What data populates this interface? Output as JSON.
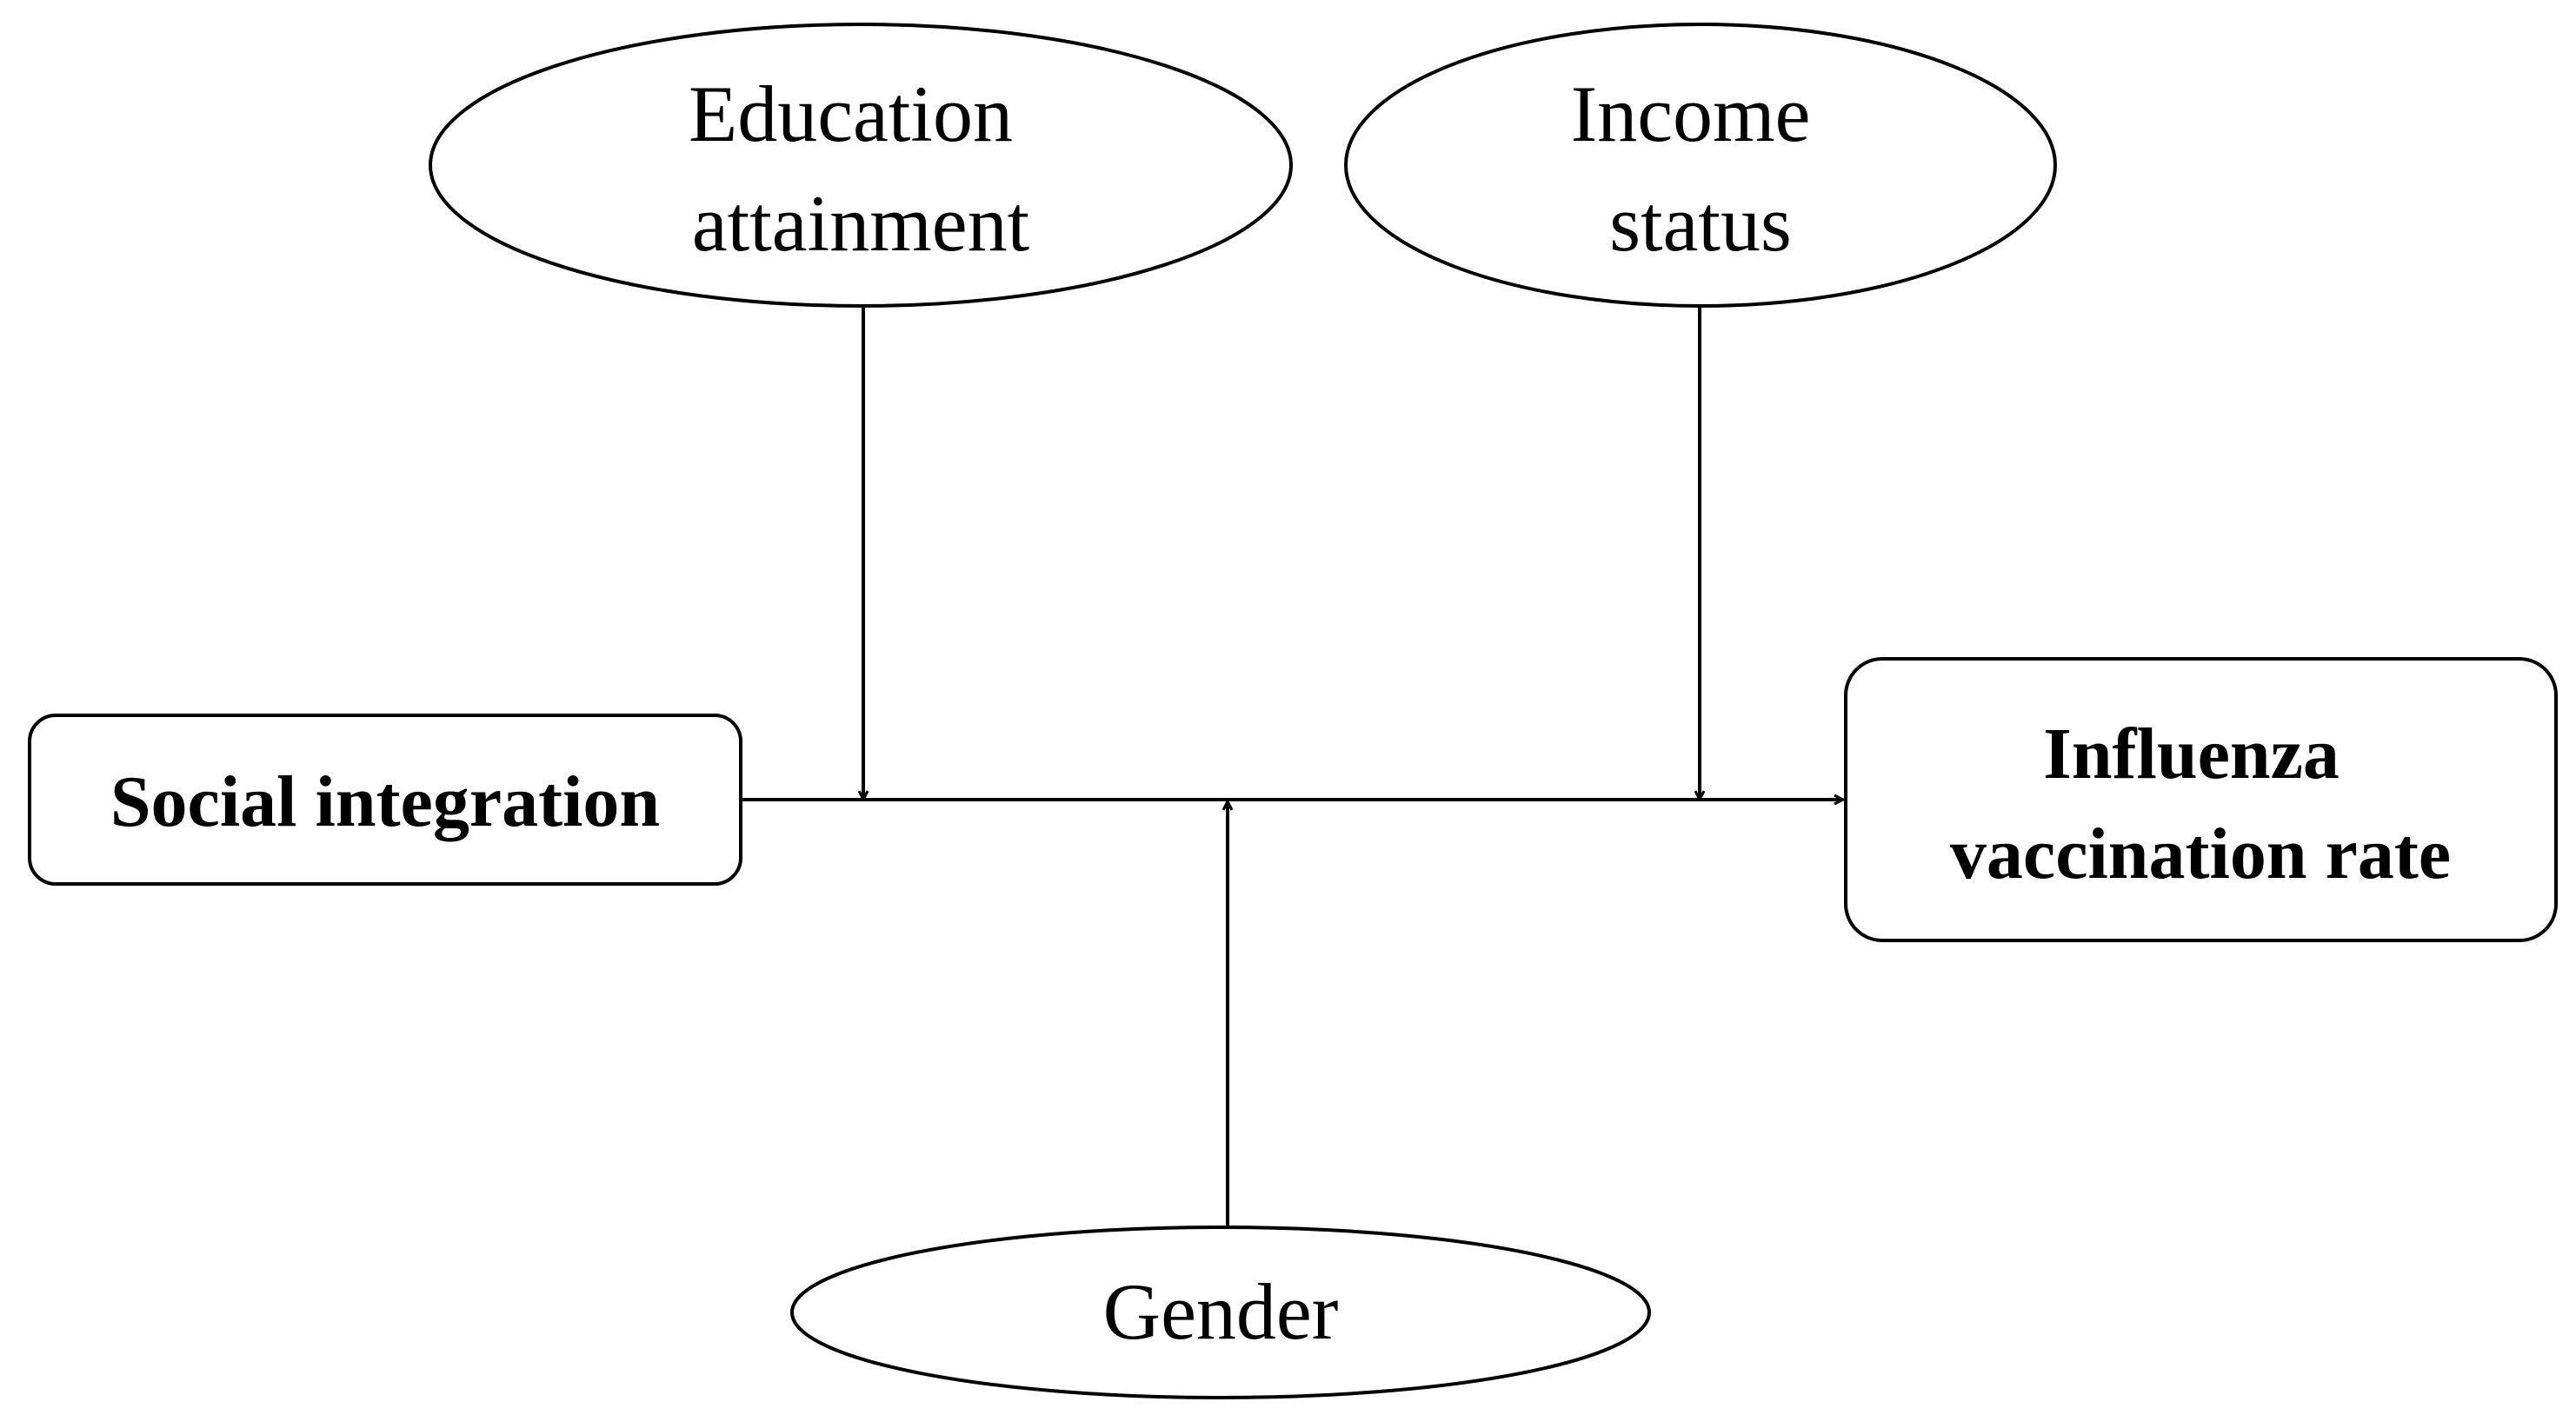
{
  "colors": {
    "stroke": "#000000",
    "background": "#ffffff",
    "text": "#000000"
  },
  "nodes": {
    "education": {
      "line1": "Education",
      "line2": "attainment"
    },
    "income": {
      "line1": "Income",
      "line2": "status"
    },
    "gender": {
      "label": "Gender"
    },
    "social_integration": {
      "label": "Social integration"
    },
    "influenza": {
      "line1": "Influenza",
      "line2": "vaccination rate"
    }
  }
}
